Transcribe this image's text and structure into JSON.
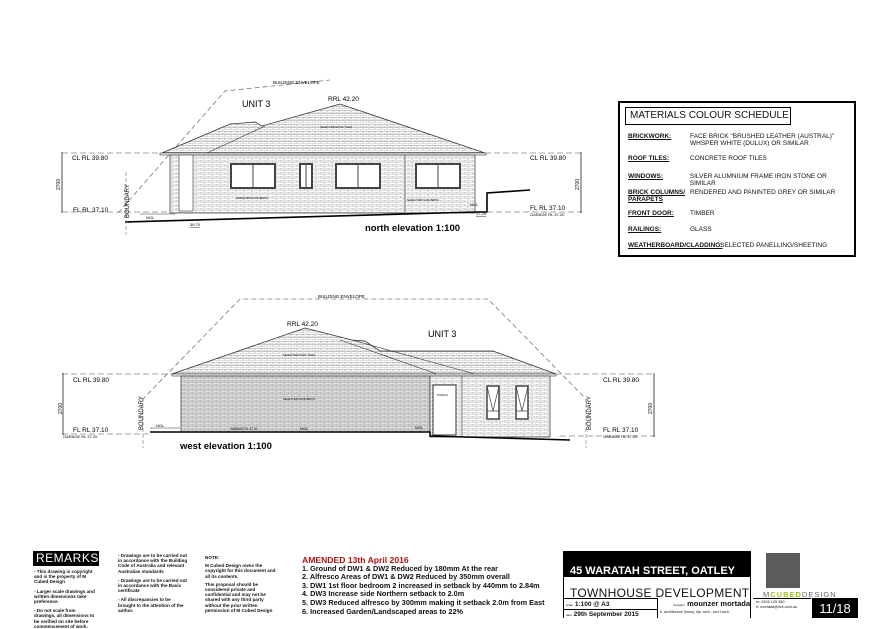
{
  "north_elevation": {
    "title": "north elevation  1:100",
    "unit_label": "UNIT 3",
    "building_envelope": "BUILDING ENVELOPE",
    "ridge": "RRL 42.20",
    "ceiling_left": "CL RL 39.80",
    "ceiling_right": "CL RL 39.80",
    "floor_left": "FL RL 37.10",
    "floor_right": "FL RL 37.10",
    "garage_right": "GARAGE RL 37.20",
    "dimension_left": "2700",
    "dimension_right": "2700",
    "boundary": "BOUNDARY",
    "ngl_left": "NGL",
    "ngl_right": "NGL",
    "level_left": "36.70",
    "level_right": "37.20",
    "roof_note": "SELECTED ROOF TILES",
    "brick_note_1": "SELECTED FACE BRICK",
    "brick_note_2": "SELECTED FACE BRICK"
  },
  "west_elevation": {
    "title": "west elevation  1:100",
    "unit_label": "UNIT 3",
    "building_envelope": "BUILDING ENVELOPE",
    "ridge": "RRL 42.20",
    "ceiling_left": "CL RL 39.80",
    "ceiling_right": "CL RL 39.80",
    "floor_left": "FL RL 37.10",
    "floor_right": "FL RL 37.10",
    "garage_left": "GARAGE RL 37.20",
    "garage_right": "GARAGE RL 37.20",
    "dimension_left": "2700",
    "dimension_right": "2700",
    "boundary_left": "BOUNDARY",
    "boundary_right": "BOUNDARY",
    "ngl_left": "NGL",
    "ngl_mid": "NGL",
    "ngl_right": "NGL",
    "roof_note": "SELECTED ROOF TILES",
    "brick_note": "SELECTED FACE BRICK",
    "porch": "PORCH"
  },
  "materials": {
    "title": "MATERIALS COLOUR SCHEDULE",
    "rows": [
      {
        "label": "BRICKWORK:",
        "value": "FACE BRICK \"BRUSHED LEATHER (AUSTRAL)\"\nWHSPER WHITE (DULUX) OR SIMILAR"
      },
      {
        "label": "ROOF TILES:",
        "value": " CONCRETE ROOF TILES"
      },
      {
        "label": "WINDOWS:",
        "value": "SILVER ALUMNIUM FRAME IRON STONE OR SIMILAR"
      },
      {
        "label": "BRICK COLUMNS/ PARAPETS",
        "value": "RENDERED AND PANINTED GREY OR SIMILAR"
      },
      {
        "label": "FRONT DOOR:",
        "value": "TIMBER"
      },
      {
        "label": "RAILINGS:",
        "value": "GLASS"
      },
      {
        "label": "WEATHERBOARD/CLADDING:",
        "value": "SELECTED PANELLING/SHEETING"
      }
    ]
  },
  "remarks": {
    "title": "REMARKS:",
    "col1": [
      "- This drawing is copyright and is the property of M Cubed Design",
      "- Larger scale drawings and written dimensions take preference.",
      "- Do not scale from drawings, all dimensions to be verified on site before commencement of work."
    ],
    "col2": [
      "- Drawings are to be carried out in accordance with the Building Code of Australia and relevant Australian standards",
      "- Drawings are to be carried out in accordance with the Basix certificate",
      "- All discrepancies to be brought to the attention of the author."
    ],
    "note_title": "NOTE:",
    "notes": [
      "M Cubed Design owns the copyright for this document and all its contents.",
      "This proposal should be considered private and confidential and may not be shared with any third party without the prior written permission of M Cubed Design"
    ]
  },
  "amendments": {
    "title": "AMENDED 13th April 2016",
    "items": [
      "1. Ground of DW1 & DW2 Reduced by 180mm At the rear",
      "2. Alfresco Areas of DW1 & DW2 Reduced by 350mm overall",
      "3. DW1 1st floor bedroom 2 increased in setback by 440mm to 2.84m",
      "4. DW3 Increase side Northern setback to 2.0m",
      "5. DW3 Reduced alfresco by 300mm making it setback 2.0m from East",
      "6. Increased Garden/Landscaped areas to 22%"
    ]
  },
  "title_block": {
    "address": "45 WARATAH STREET, OATLEY",
    "project": "TOWNHOUSE DEVELOPMENT",
    "scale_label": "scale",
    "scale": "1:100 @ A3",
    "date_label": "date",
    "date": "29th September  2015",
    "designer_label": "designer",
    "designer": "mounzer mortada",
    "designer_sub": "b. architecture (hons), dip. arch., cert.t arch.",
    "phone": "m: 0405 125 350",
    "email": "e: mortada@live.com.au",
    "sheet": "11/18",
    "logo_m": "M",
    "logo_cubed": "CUBED",
    "logo_design": "DESIGN"
  }
}
